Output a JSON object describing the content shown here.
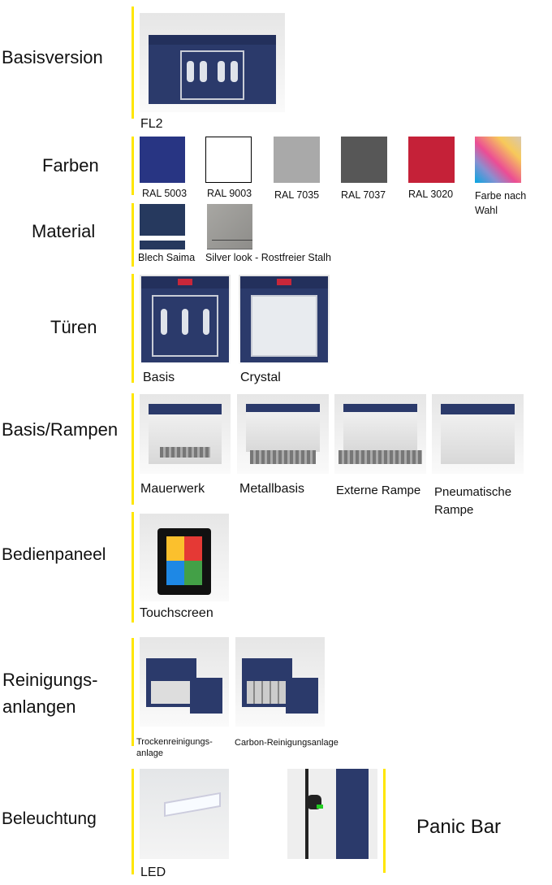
{
  "sections": {
    "basisversion": {
      "label": "Basisversion",
      "items": [
        "FL2"
      ]
    },
    "farben": {
      "label": "Farben",
      "swatches": [
        {
          "caption": "RAL 5003",
          "color": "#283583"
        },
        {
          "caption": "RAL 9003",
          "color": "#ffffff"
        },
        {
          "caption": "RAL 7035",
          "color": "#a9a9a9"
        },
        {
          "caption": "RAL 7037",
          "color": "#575757"
        },
        {
          "caption": "RAL 3020",
          "color": "#c52138"
        },
        {
          "caption": "Farbe nach Wahl",
          "color": "gradient"
        }
      ]
    },
    "material": {
      "label": "Material",
      "items": [
        "Blech Saima",
        "Silver look - Rostfreier Stalh"
      ]
    },
    "tueren": {
      "label": "Türen",
      "items": [
        "Basis",
        "Crystal"
      ]
    },
    "rampen": {
      "label": "Basis/Rampen",
      "items": [
        "Mauerwerk",
        "Metallbasis",
        "Externe Rampe",
        "Pneumatische Rampe"
      ]
    },
    "bedienpaneel": {
      "label": "Bedienpaneel",
      "items": [
        "Touchscreen"
      ]
    },
    "reinigung": {
      "label": "Reinigungs-anlangen",
      "items": [
        "Trockenreinigungs-anlage",
        "Carbon-Reinigungsanlage"
      ]
    },
    "beleuchtung": {
      "label": "Beleuchtung",
      "items": [
        "LED"
      ],
      "extra": "Panic Bar"
    }
  }
}
